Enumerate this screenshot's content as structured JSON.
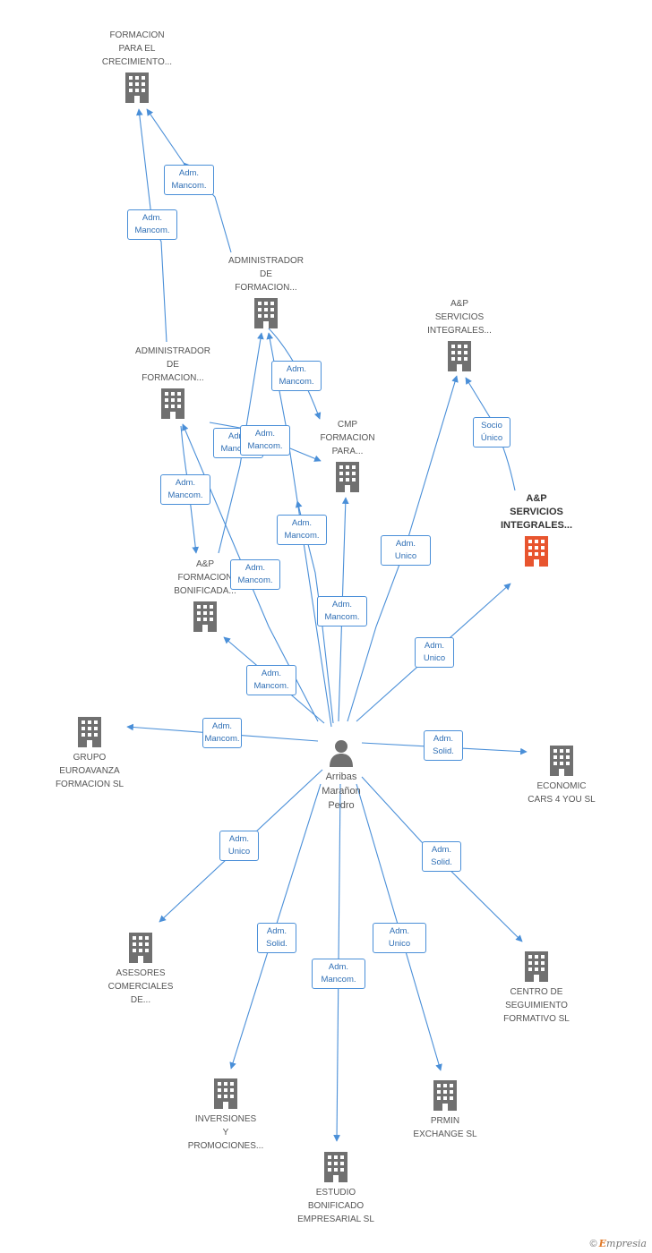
{
  "nodes": [
    {
      "id": "formacion_crecimiento",
      "label": "FORMACION\nPARA EL\nCRECIMIENTO...",
      "icon": "building-icon"
    },
    {
      "id": "admin_formacion_1",
      "label": "ADMINISTRADOR\nDE\nFORMACION...",
      "icon": "building-icon"
    },
    {
      "id": "admin_formacion_2",
      "label": "ADMINISTRADOR\nDE\nFORMACION...",
      "icon": "building-icon"
    },
    {
      "id": "ap_servicios_1",
      "label": "A&P\nSERVICIOS\nINTEGRALES...",
      "icon": "building-icon"
    },
    {
      "id": "cmp_formacion",
      "label": "CMP\nFORMACION\nPARA...",
      "icon": "building-icon"
    },
    {
      "id": "ap_servicios_hl",
      "label": "A&P\nSERVICIOS\nINTEGRALES...",
      "icon": "building-icon",
      "highlight": true
    },
    {
      "id": "ap_formacion",
      "label": "A&P\nFORMACION\nBONIFICADA...",
      "icon": "building-icon"
    },
    {
      "id": "grupo_euroavanza",
      "label": "GRUPO\nEUROAVANZA\nFORMACION  SL",
      "icon": "building-icon"
    },
    {
      "id": "person",
      "label": "Arribas\nMarañon\nPedro",
      "icon": "person-icon"
    },
    {
      "id": "economic_cars",
      "label": "ECONOMIC\nCARS 4 YOU SL",
      "icon": "building-icon"
    },
    {
      "id": "asesores",
      "label": "ASESORES\nCOMERCIALES\nDE...",
      "icon": "building-icon"
    },
    {
      "id": "centro_seguimiento",
      "label": "CENTRO DE\nSEGUIMIENTO\nFORMATIVO  SL",
      "icon": "building-icon"
    },
    {
      "id": "inversiones",
      "label": "INVERSIONES\nY\nPROMOCIONES...",
      "icon": "building-icon"
    },
    {
      "id": "prmin",
      "label": "PRMIN\nEXCHANGE SL",
      "icon": "building-icon"
    },
    {
      "id": "estudio",
      "label": "ESTUDIO\nBONIFICADO\nEMPRESARIAL SL",
      "icon": "building-icon"
    }
  ],
  "edges": [
    {
      "id": "e1",
      "label": "Adm.\nMancom."
    },
    {
      "id": "e2",
      "label": "Adm.\nMancom."
    },
    {
      "id": "e3",
      "label": "Adm.\nMancom."
    },
    {
      "id": "e4",
      "label": "Adm.\nMancom."
    },
    {
      "id": "e5",
      "label": "Adm.\nMancom."
    },
    {
      "id": "e6",
      "label": "Adm.\nMancom."
    },
    {
      "id": "e7",
      "label": "Adm.\nMancom."
    },
    {
      "id": "e8",
      "label": "Adm.\nMancom."
    },
    {
      "id": "e9",
      "label": "Adm.\nMancom."
    },
    {
      "id": "e10",
      "label": "Adm.\nMancom."
    },
    {
      "id": "e11",
      "label": "Adm.\nUnico"
    },
    {
      "id": "e12",
      "label": "Socio\nÚnico"
    },
    {
      "id": "e13",
      "label": "Adm.\nUnico"
    },
    {
      "id": "e14",
      "label": "Adm.\nMancom."
    },
    {
      "id": "e15",
      "label": "Adm.\nSolid."
    },
    {
      "id": "e16",
      "label": "Adm.\nSolid."
    },
    {
      "id": "e17",
      "label": "Adm.\nUnico"
    },
    {
      "id": "e18",
      "label": "Adm.\nSolid."
    },
    {
      "id": "e19",
      "label": "Adm.\nUnico"
    },
    {
      "id": "e20",
      "label": "Adm.\nMancom."
    },
    {
      "id": "e21",
      "label": "Adm.\nMancom."
    }
  ],
  "colors": {
    "edge": "#4a8fd8",
    "building": "#707070",
    "highlight": "#e8552f",
    "edge_text": "#2f6fb5"
  },
  "footer": {
    "copyright": "©",
    "brand_first": "E",
    "brand_rest": "mpresia"
  }
}
